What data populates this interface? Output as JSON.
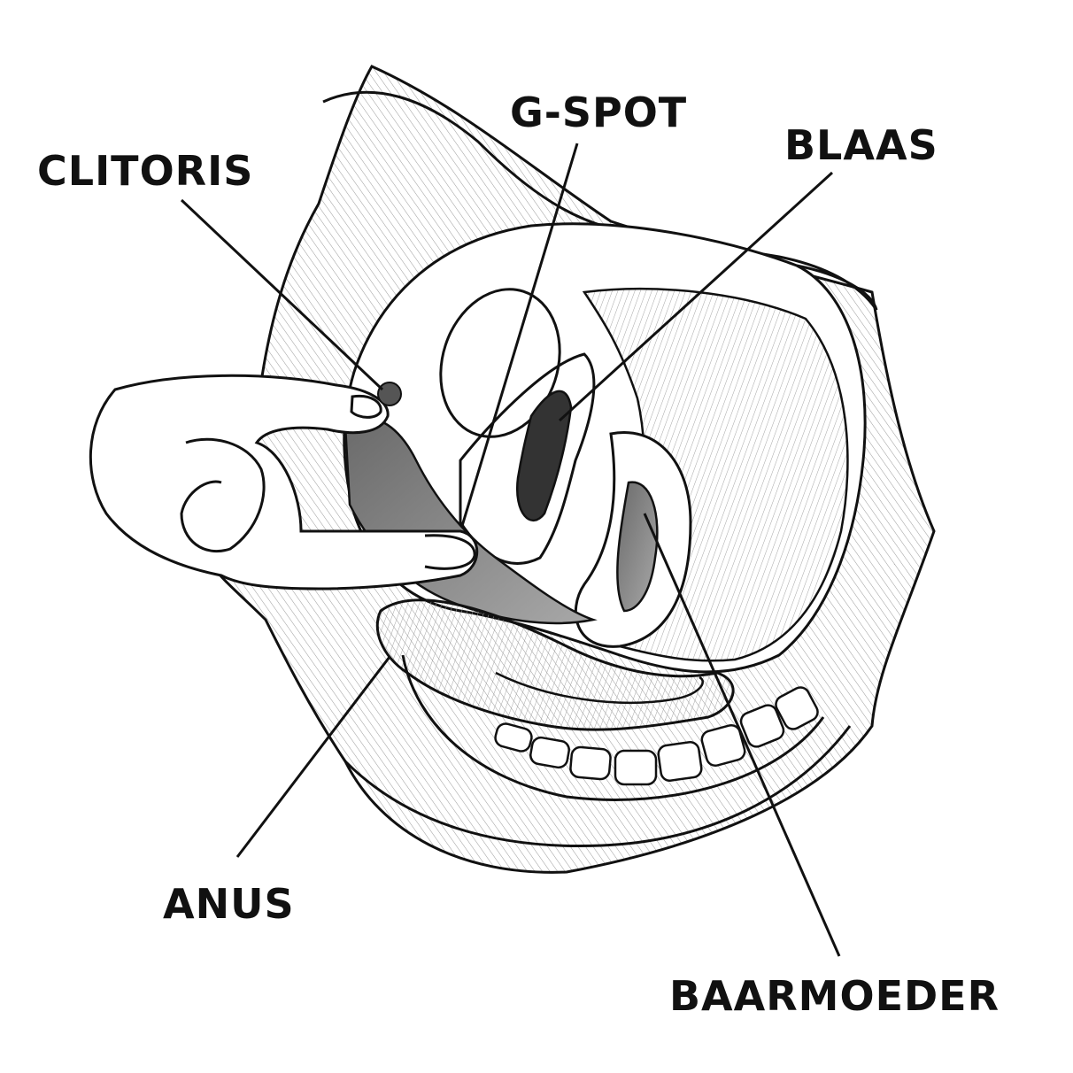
{
  "labels": {
    "clitoris": "CLITORIS",
    "gspot": "G-SPOT",
    "blaas": "BLAAS",
    "anus": "ANUS",
    "baarmoeder": "BAARMOEDER"
  },
  "colors": {
    "ink": "#111111",
    "paper": "#ffffff",
    "shade_dark": "#555555",
    "shade_mid": "#8a8a8a",
    "shade_light": "#cfcfcf"
  }
}
